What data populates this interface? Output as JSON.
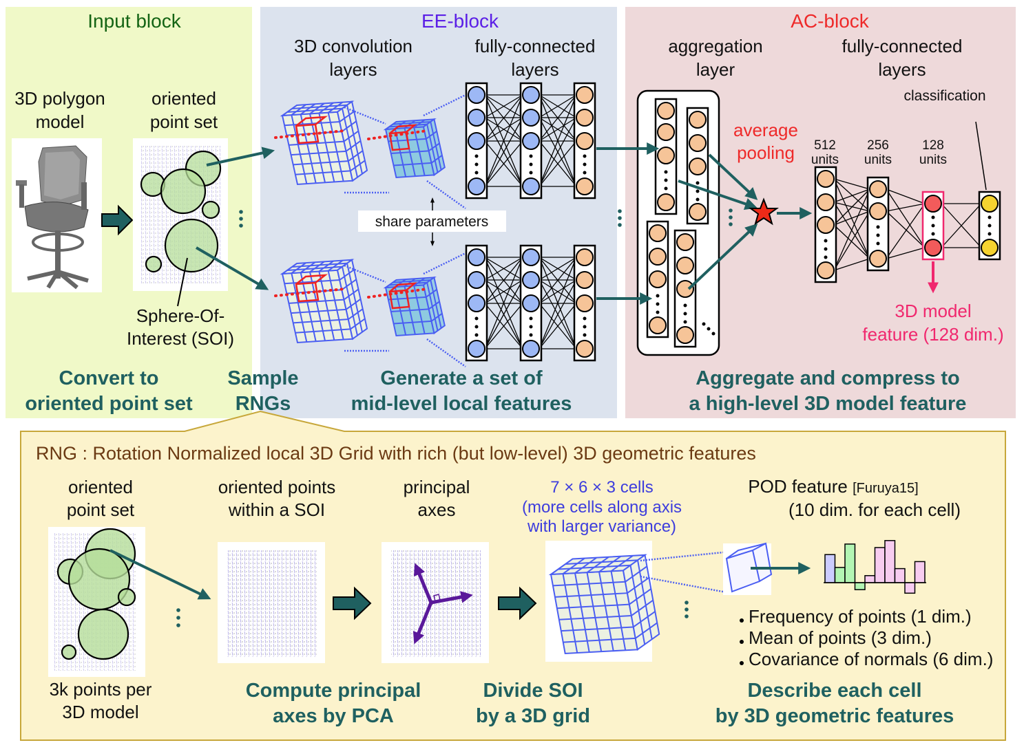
{
  "blocks": {
    "input": {
      "title": "Input block",
      "color": "#146414",
      "bg": "#f0f9c8"
    },
    "ee": {
      "title": "EE-block",
      "color": "#5b1fe6",
      "bg": "#dce3ee"
    },
    "ac": {
      "title": "AC-block",
      "color": "#ee2a2a",
      "bg": "#eed9da"
    }
  },
  "input_block": {
    "polygon_label": [
      "3D polygon",
      "model"
    ],
    "pointset_label": [
      "oriented",
      "point set"
    ],
    "soi_label": [
      "Sphere-Of-",
      "Interest (SOI)"
    ],
    "step1": [
      "Convert to",
      "oriented point set"
    ],
    "step2": [
      "Sample",
      "RNGs"
    ]
  },
  "ee_block": {
    "conv_label": [
      "3D convolution",
      "layers"
    ],
    "fc_label": [
      "fully-connected",
      "layers"
    ],
    "share_label": "share parameters",
    "step": [
      "Generate a set of",
      "mid-level local features"
    ]
  },
  "ac_block": {
    "agg_label": [
      "aggregation",
      "layer"
    ],
    "fc_label": [
      "fully-connected",
      "layers"
    ],
    "pool_label": [
      "average",
      "pooling"
    ],
    "classification_label": "classification",
    "units": [
      {
        "n": "512",
        "u": "units"
      },
      {
        "n": "256",
        "u": "units"
      },
      {
        "n": "128",
        "u": "units"
      }
    ],
    "feature_label": [
      "3D model",
      "feature (128 dim.)"
    ],
    "step": [
      "Aggregate and compress to",
      "a high-level 3D model feature"
    ]
  },
  "rng_panel": {
    "title": "RNG : Rotation Normalized local 3D Grid with rich (but low-level) 3D geometric features",
    "pointset_label": [
      "oriented",
      "point set"
    ],
    "points_label": [
      "3k points per",
      "3D model"
    ],
    "soi_points_label": [
      "oriented points",
      "within a SOI"
    ],
    "axes_label": [
      "principal",
      "axes"
    ],
    "grid_label": [
      "7 × 6 × 3 cells",
      "(more cells along axis",
      "with larger variance)"
    ],
    "pod_label": [
      "POD feature",
      "[Furuya15]",
      "(10 dim. for each cell)"
    ],
    "bullets": [
      "Frequency of points (1 dim.)",
      "Mean of points (3 dim.)",
      "Covariance of normals (6 dim.)"
    ],
    "step_pca": [
      "Compute principal",
      "axes by PCA"
    ],
    "step_grid": [
      "Divide SOI",
      "by a 3D grid"
    ],
    "step_describe": [
      "Describe each cell",
      "by 3D geometric features"
    ]
  },
  "pod_histogram": {
    "values": [
      2.4,
      1.3,
      3.3,
      -0.6,
      0.6,
      3.0,
      3.6,
      1.2,
      -0.9,
      1.8
    ],
    "colors": [
      "#ccccff",
      "#b3f5b3",
      "#b3f5b3",
      "#b3f5b3",
      "#f7ccf0",
      "#f7ccf0",
      "#f7ccf0",
      "#f7ccf0",
      "#f7ccf0",
      "#f7ccf0"
    ]
  },
  "colors": {
    "teal": "#1f6060",
    "panel_bg": "#fcf3cc",
    "panel_border": "#c7a73a",
    "node_blue": "#9db8f5",
    "node_orange": "#f6c498",
    "node_red": "#f25b5b",
    "node_yellow": "#f5d330",
    "pink": "#f0286e",
    "grid_blue": "#4a5ef2"
  }
}
